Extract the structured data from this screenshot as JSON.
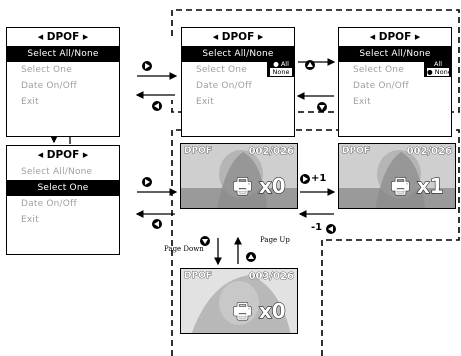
{
  "menu_title": "DPOF",
  "menu_items": [
    "Select All/None",
    "Select One",
    "Date On/Off",
    "Exit"
  ],
  "popup_options": [
    "All",
    "None"
  ],
  "photo_tag": "DPOF",
  "photos": [
    {
      "counter": "002/026",
      "copies": "x0"
    },
    {
      "counter": "002/026",
      "copies": "x1"
    },
    {
      "counter": "003/026",
      "copies": "x0"
    }
  ],
  "step_labels": {
    "plus": "+1",
    "minus": "-1"
  },
  "page_labels": {
    "down": "Page Down",
    "up": "Page Up"
  }
}
